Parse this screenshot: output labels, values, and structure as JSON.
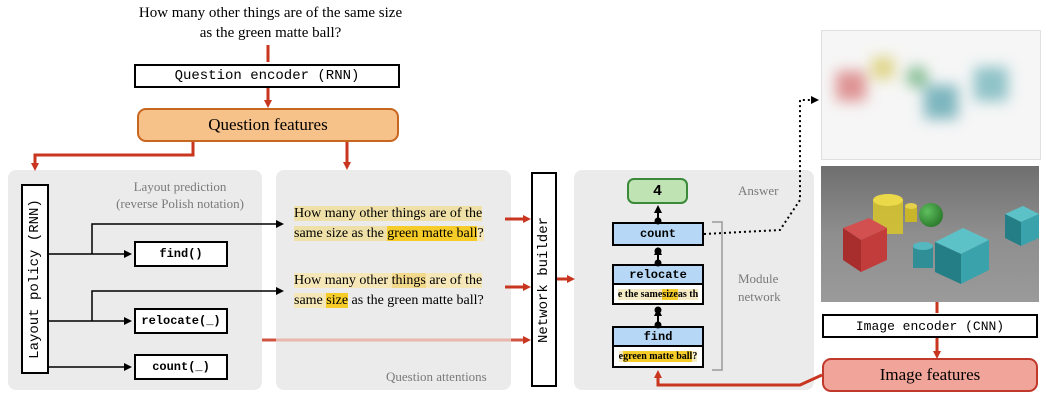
{
  "question": "How many other things are of the same size as the green matte ball?",
  "question_encoder": "Question encoder (RNN)",
  "question_features": "Question features",
  "layout_prediction": {
    "title_line1": "Layout prediction",
    "title_line2": "(reverse Polish notation)",
    "policy_label": "Layout policy (RNN)",
    "tokens": [
      "find()",
      "relocate(_)",
      "count(_)"
    ]
  },
  "attentions": {
    "panel_label": "Question attentions",
    "att1": {
      "line1": "How many other things are of the",
      "line2_pre": "same size as the ",
      "line2_hl": "green matte ball",
      "line2_post": "?"
    },
    "att2": {
      "line1_pre": "How many other ",
      "line1_hl": "things",
      "line1_mid": " are of the",
      "line2_pre": "same ",
      "line2_hl": "size",
      "line2_post": " as the green matte ball?"
    }
  },
  "network_builder": "Network builder",
  "module_network": {
    "answer_label": "Answer",
    "answer_value": "4",
    "label_line1": "Module",
    "label_line2": "network",
    "modules": {
      "count": "count",
      "relocate": "relocate",
      "relocate_att_a": "e the same ",
      "relocate_att_hl": "size",
      "relocate_att_b": " as th",
      "find": "find",
      "find_att_a": "e ",
      "find_att_hl": "green matte ball",
      "find_att_b": " ?"
    }
  },
  "image_encoder": "Image encoder (CNN)",
  "image_features": "Image features",
  "colors": {
    "arrow_red": "#c8361f",
    "question_features_fill": "#f7c18a",
    "image_features_fill": "#f1a59a",
    "module_fill": "#b6d8f6",
    "answer_fill": "#bfe3b2",
    "panel_gray": "#ebebeb"
  }
}
